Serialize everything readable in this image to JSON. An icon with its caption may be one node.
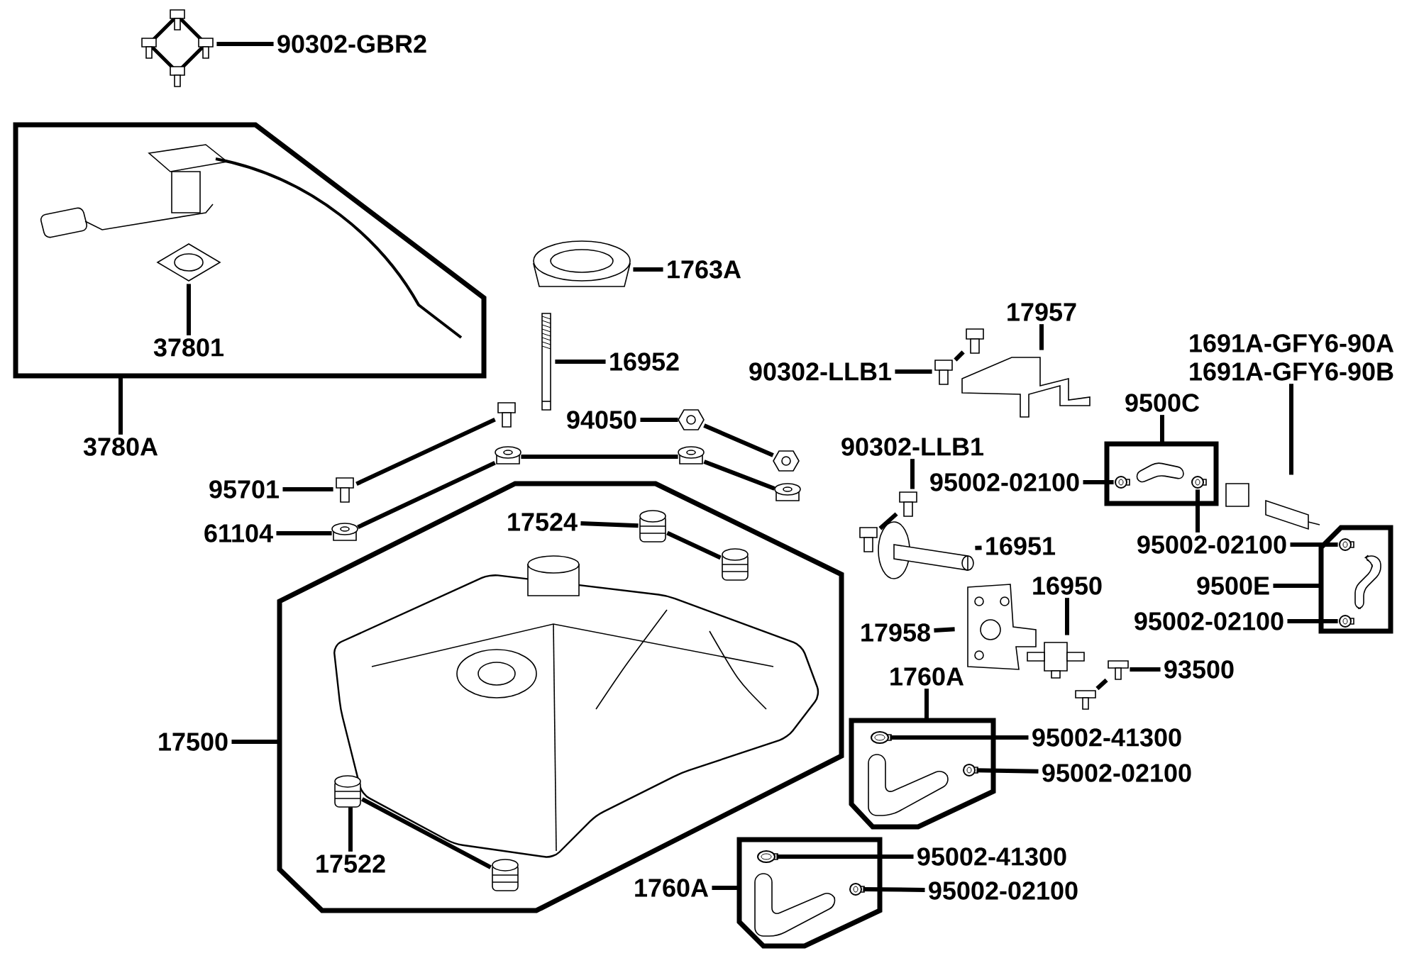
{
  "diagram": {
    "nodes": [
      {
        "text": [
          "90302-GBR2"
        ]
      },
      {
        "text": [],
        "shape": "picture"
      },
      {
        "text": [],
        "shape": "box"
      },
      {
        "text": [],
        "shape": "picture",
        "in": 2
      },
      {
        "text": [
          "37801"
        ],
        "in": 2
      },
      {
        "text": [
          "3780A"
        ]
      },
      {
        "text": [],
        "shape": "picture"
      },
      {
        "text": [
          "1763A"
        ]
      },
      {
        "text": [],
        "shape": "picture"
      },
      {
        "text": [
          "16952"
        ]
      },
      {
        "text": [
          "17957"
        ]
      },
      {
        "text": [],
        "shape": "picture"
      },
      {
        "text": [
          "90302-LLB1"
        ]
      },
      {
        "text": [],
        "shape": "picture"
      },
      {
        "text": [],
        "shape": "picture"
      },
      {
        "text": [
          "1691A-GFY6-90A",
          "1691A-GFY6-90B"
        ]
      },
      {
        "text": [
          "9500C"
        ]
      },
      {
        "text": [],
        "shape": "box"
      },
      {
        "text": [],
        "shape": "picture",
        "in": 17
      },
      {
        "text": [],
        "shape": "picture",
        "in": 17
      },
      {
        "text": [],
        "shape": "picture",
        "in": 17
      },
      {
        "text": [],
        "shape": "picture"
      },
      {
        "text": [
          "94050"
        ]
      },
      {
        "text": [],
        "shape": "picture"
      },
      {
        "text": [],
        "shape": "picture"
      },
      {
        "text": [],
        "shape": "picture"
      },
      {
        "text": [],
        "shape": "picture"
      },
      {
        "text": [
          "90302-LLB1"
        ]
      },
      {
        "text": [
          "95002-02100"
        ]
      },
      {
        "text": [],
        "shape": "picture"
      },
      {
        "text": [],
        "shape": "picture"
      },
      {
        "text": [
          "95701"
        ]
      },
      {
        "text": [],
        "shape": "picture"
      },
      {
        "text": [],
        "shape": "picture"
      },
      {
        "text": [
          "61104"
        ]
      },
      {
        "text": [],
        "shape": "picture"
      },
      {
        "text": [],
        "shape": "box"
      },
      {
        "text": [
          "17524"
        ],
        "in": 36
      },
      {
        "text": [],
        "shape": "picture",
        "in": 36
      },
      {
        "text": [],
        "shape": "picture",
        "in": 36
      },
      {
        "text": [
          "95002-02100"
        ]
      },
      {
        "text": [],
        "shape": "box"
      },
      {
        "text": [],
        "shape": "picture",
        "in": 41
      },
      {
        "text": [],
        "shape": "picture",
        "in": 41
      },
      {
        "text": [],
        "shape": "picture",
        "in": 41
      },
      {
        "text": [],
        "shape": "picture"
      },
      {
        "text": [],
        "shape": "picture"
      },
      {
        "text": [
          "16951"
        ]
      },
      {
        "text": [
          "16950"
        ]
      },
      {
        "text": [
          "9500E"
        ]
      },
      {
        "text": [
          "95002-02100"
        ]
      },
      {
        "text": [],
        "shape": "picture"
      },
      {
        "text": [
          "17958"
        ]
      },
      {
        "text": [],
        "shape": "picture"
      },
      {
        "text": [
          "93500"
        ]
      },
      {
        "text": [],
        "shape": "picture"
      },
      {
        "text": [],
        "shape": "picture"
      },
      {
        "text": [
          "1760A"
        ]
      },
      {
        "text": [
          "17500"
        ]
      },
      {
        "text": [],
        "shape": "box"
      },
      {
        "text": [],
        "shape": "picture",
        "in": 59
      },
      {
        "text": [
          "95002-41300"
        ]
      },
      {
        "text": [],
        "shape": "picture",
        "in": 59
      },
      {
        "text": [
          "95002-02100"
        ]
      },
      {
        "text": [],
        "shape": "picture",
        "in": 36
      },
      {
        "text": [
          "17522"
        ],
        "in": 36
      },
      {
        "text": [],
        "shape": "picture",
        "in": 36
      },
      {
        "text": [],
        "shape": "box"
      },
      {
        "text": [],
        "shape": "picture",
        "in": 67
      },
      {
        "text": [
          "95002-41300"
        ]
      },
      {
        "text": [],
        "shape": "picture",
        "in": 67
      },
      {
        "text": [
          "1760A"
        ]
      },
      {
        "text": [
          "95002-02100"
        ]
      }
    ],
    "edges": [
      {
        "from": 0,
        "to": 1,
        "arrow": "none"
      },
      {
        "from": 4,
        "to": 3,
        "arrow": "none"
      },
      {
        "from": 5,
        "to": 2,
        "arrow": "none"
      },
      {
        "from": 7,
        "to": 6,
        "arrow": "none"
      },
      {
        "from": 9,
        "to": 8,
        "arrow": "none"
      },
      {
        "from": 10,
        "to": 11,
        "arrow": "none"
      },
      {
        "from": 12,
        "to": 13,
        "arrow": "none"
      },
      {
        "from": 13,
        "to": 14,
        "arrow": "none"
      },
      {
        "from": 15,
        "to": 29,
        "arrow": "none"
      },
      {
        "from": 16,
        "to": 17,
        "arrow": "none"
      },
      {
        "from": 28,
        "to": 18,
        "arrow": "none"
      },
      {
        "from": 20,
        "to": 40,
        "arrow": "none"
      },
      {
        "from": 40,
        "to": 42,
        "arrow": "none"
      },
      {
        "from": 31,
        "to": 32,
        "arrow": "none"
      },
      {
        "from": 32,
        "to": 21,
        "arrow": "none"
      },
      {
        "from": 22,
        "to": 23,
        "arrow": "none"
      },
      {
        "from": 23,
        "to": 26,
        "arrow": "none"
      },
      {
        "from": 34,
        "to": 35,
        "arrow": "none"
      },
      {
        "from": 35,
        "to": 24,
        "arrow": "none"
      },
      {
        "from": 24,
        "to": 25,
        "arrow": "none"
      },
      {
        "from": 25,
        "to": 30,
        "arrow": "none"
      },
      {
        "from": 27,
        "to": 33,
        "arrow": "none"
      },
      {
        "from": 33,
        "to": 45,
        "arrow": "none"
      },
      {
        "from": 58,
        "to": 36,
        "arrow": "none"
      },
      {
        "from": 37,
        "to": 38,
        "arrow": "none"
      },
      {
        "from": 38,
        "to": 39,
        "arrow": "none"
      },
      {
        "from": 49,
        "to": 41,
        "arrow": "none"
      },
      {
        "from": 50,
        "to": 44,
        "arrow": "none"
      },
      {
        "from": 47,
        "to": 46,
        "arrow": "none"
      },
      {
        "from": 52,
        "to": 51,
        "arrow": "none"
      },
      {
        "from": 48,
        "to": 53,
        "arrow": "none"
      },
      {
        "from": 54,
        "to": 55,
        "arrow": "none"
      },
      {
        "from": 55,
        "to": 56,
        "arrow": "none"
      },
      {
        "from": 57,
        "to": 59,
        "arrow": "none"
      },
      {
        "from": 61,
        "to": 60,
        "arrow": "none"
      },
      {
        "from": 63,
        "to": 62,
        "arrow": "none"
      },
      {
        "from": 65,
        "to": 64,
        "arrow": "none"
      },
      {
        "from": 64,
        "to": 66,
        "arrow": "none"
      },
      {
        "from": 71,
        "to": 67,
        "arrow": "none"
      },
      {
        "from": 69,
        "to": 68,
        "arrow": "none"
      },
      {
        "from": 72,
        "to": 70,
        "arrow": "none"
      }
    ]
  }
}
